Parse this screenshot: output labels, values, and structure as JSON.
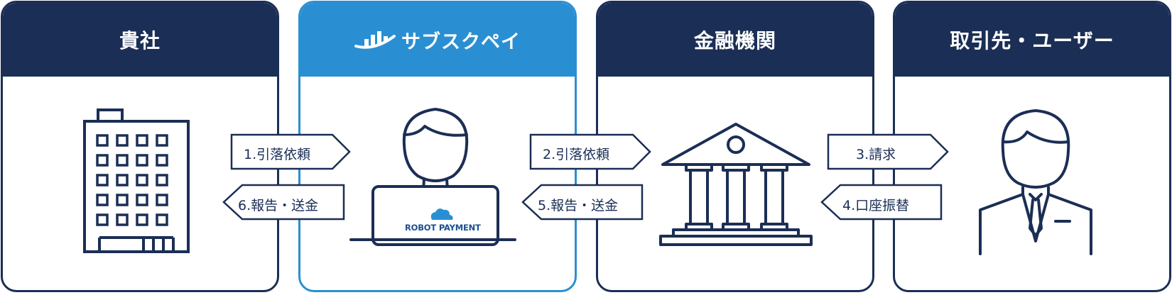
{
  "columns": [
    {
      "title": "貴社"
    },
    {
      "title": "サブスクペイ"
    },
    {
      "title": "金融機関"
    },
    {
      "title": "取引先・ユーザー"
    }
  ],
  "arrows": [
    {
      "label": "1.引落依頼"
    },
    {
      "label": "6.報告・送金"
    },
    {
      "label": "2.引落依頼"
    },
    {
      "label": "5.報告・送金"
    },
    {
      "label": "3.請求"
    },
    {
      "label": "4.口座振替"
    }
  ],
  "laptop_brand": "ROBOT PAYMENT",
  "colors": {
    "navy": "#1b2e55",
    "blue": "#2a8fd2"
  }
}
